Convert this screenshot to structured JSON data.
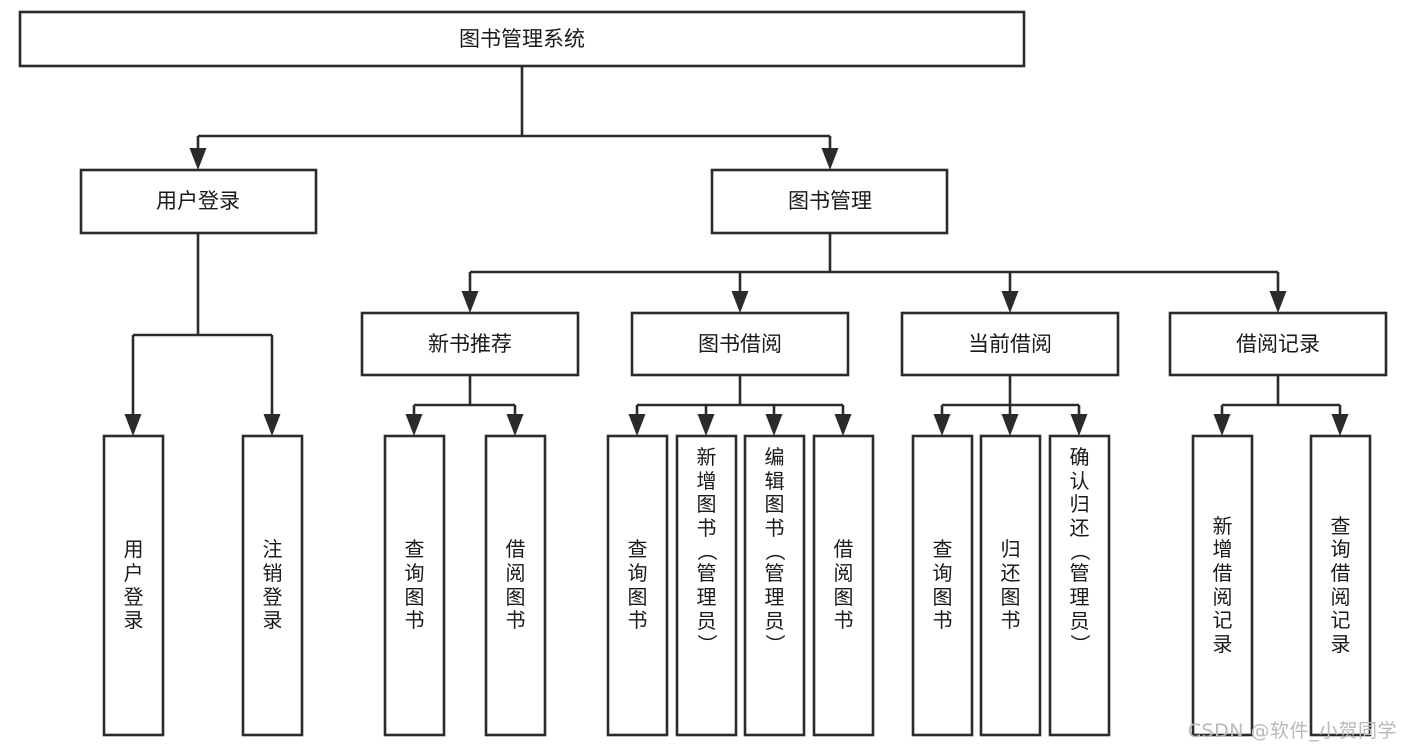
{
  "diagram": {
    "type": "tree",
    "title": "图书管理系统",
    "root": {
      "id": "root",
      "label": "图书管理系统",
      "orientation": "horizontal"
    },
    "level2": [
      {
        "id": "user-login",
        "label": "用户登录",
        "orientation": "horizontal"
      },
      {
        "id": "book-manage",
        "label": "图书管理",
        "orientation": "horizontal"
      }
    ],
    "level3": [
      {
        "id": "new-book-rec",
        "label": "新书推荐",
        "orientation": "horizontal",
        "parent": "book-manage"
      },
      {
        "id": "book-borrow",
        "label": "图书借阅",
        "orientation": "horizontal",
        "parent": "book-manage"
      },
      {
        "id": "current-borrow",
        "label": "当前借阅",
        "orientation": "horizontal",
        "parent": "book-manage"
      },
      {
        "id": "borrow-record",
        "label": "借阅记录",
        "orientation": "horizontal",
        "parent": "book-manage"
      }
    ],
    "leaves": [
      {
        "id": "leaf-user-login",
        "label": "用户登录",
        "parent": "user-login",
        "orientation": "vertical"
      },
      {
        "id": "leaf-user-logout",
        "label": "注销登录",
        "parent": "user-login",
        "orientation": "vertical"
      },
      {
        "id": "leaf-query-book-1",
        "label": "查询图书",
        "parent": "new-book-rec",
        "orientation": "vertical"
      },
      {
        "id": "leaf-borrow-book-1",
        "label": "借阅图书",
        "parent": "new-book-rec",
        "orientation": "vertical"
      },
      {
        "id": "leaf-query-book-2",
        "label": "查询图书",
        "parent": "book-borrow",
        "orientation": "vertical"
      },
      {
        "id": "leaf-add-book",
        "label": "新增图书（管理员）",
        "parent": "book-borrow",
        "orientation": "vertical"
      },
      {
        "id": "leaf-edit-book",
        "label": "编辑图书（管理员）",
        "parent": "book-borrow",
        "orientation": "vertical"
      },
      {
        "id": "leaf-borrow-book-2",
        "label": "借阅图书",
        "parent": "book-borrow",
        "orientation": "vertical"
      },
      {
        "id": "leaf-query-book-3",
        "label": "查询图书",
        "parent": "current-borrow",
        "orientation": "vertical"
      },
      {
        "id": "leaf-return-book",
        "label": "归还图书",
        "parent": "current-borrow",
        "orientation": "vertical"
      },
      {
        "id": "leaf-confirm-return",
        "label": "确认归还（管理员）",
        "parent": "current-borrow",
        "orientation": "vertical"
      },
      {
        "id": "leaf-add-record",
        "label": "新增借阅记录",
        "parent": "borrow-record",
        "orientation": "vertical"
      },
      {
        "id": "leaf-query-record",
        "label": "查询借阅记录",
        "parent": "borrow-record",
        "orientation": "vertical"
      }
    ],
    "colors": {
      "box_fill": "#ffffff",
      "box_stroke": "#2b2b2b",
      "text": "#1a1a1a",
      "background": "#ffffff",
      "watermark": "#b9b9b9"
    }
  },
  "watermark": {
    "text": "CSDN @软件_小贺同学"
  }
}
